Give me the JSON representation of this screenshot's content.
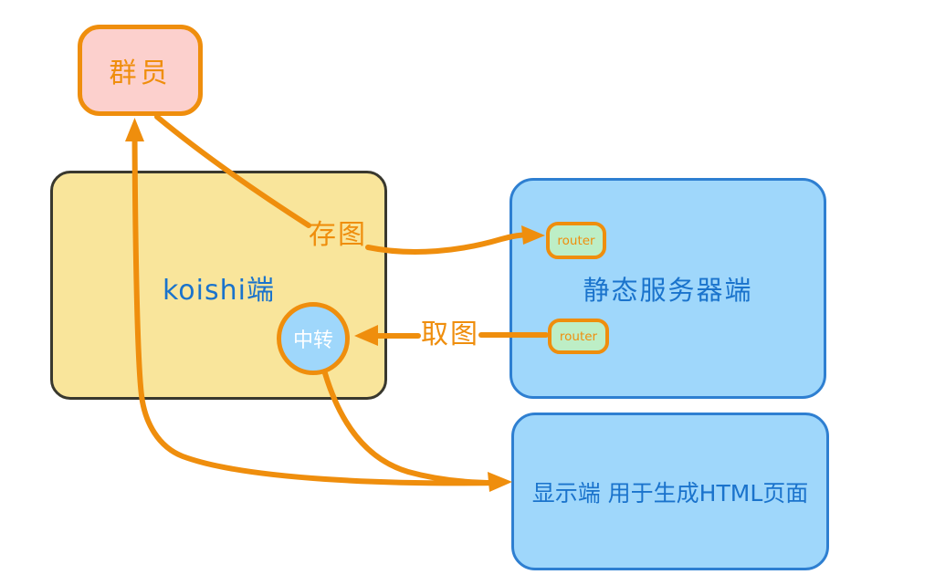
{
  "canvas": {
    "background": "#ffffff"
  },
  "colors": {
    "accent_orange": "#ef8e0d",
    "member_fill": "#fcd0cd",
    "koishi_fill": "#f9e59b",
    "koishi_border": "#39382e",
    "blue_fill": "#9fd7fb",
    "blue_border": "#2e7fd1",
    "router_fill": "#bdeec6",
    "text_blue": "#1a73cc",
    "relay_text": "#ffffff"
  },
  "nodes": {
    "member": {
      "label": "群员"
    },
    "koishi": {
      "label": "koishi端"
    },
    "relay": {
      "label": "中转"
    },
    "static_server": {
      "label": "静态服务器端"
    },
    "router_top": {
      "label": "router"
    },
    "router_bottom": {
      "label": "router"
    },
    "display": {
      "label": "显示端 用于生成HTML页面"
    }
  },
  "edges": {
    "save": {
      "label": "存图"
    },
    "fetch": {
      "label": "取图"
    }
  }
}
